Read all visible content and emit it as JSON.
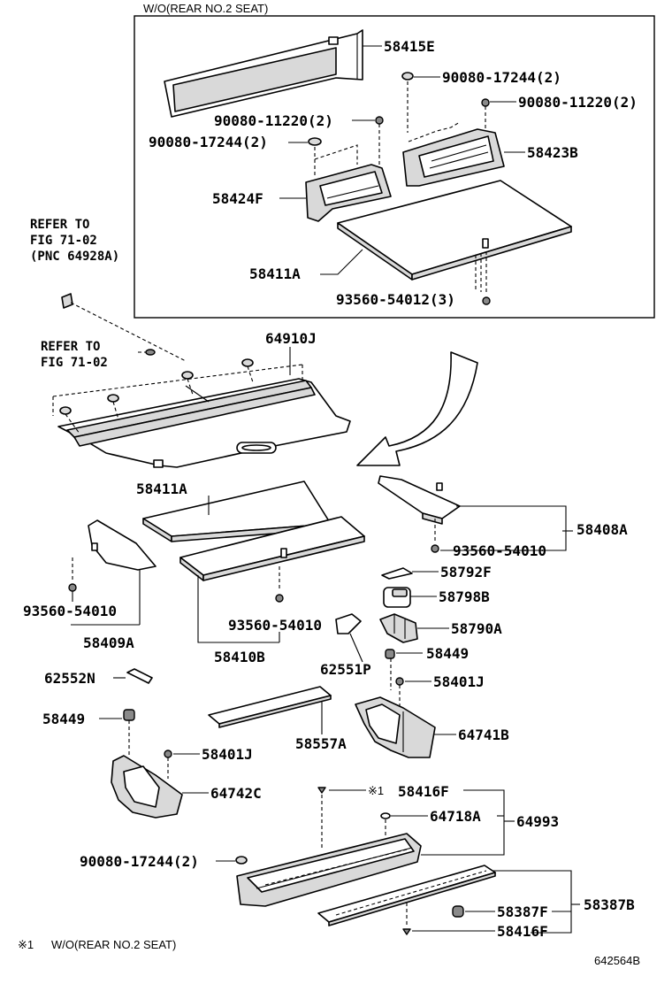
{
  "inset": {
    "title": "W/O(REAR NO.2 SEAT)"
  },
  "labels": {
    "p58415E": "58415E",
    "p90080_17244_a": "90080-17244(2)",
    "p90080_11220_a": "90080-11220(2)",
    "p90080_11220_b": "90080-11220(2)",
    "p90080_17244_b": "90080-17244(2)",
    "p58423B": "58423B",
    "p58424F": "58424F",
    "p58411A_inset": "58411A",
    "p93560_54012": "93560-54012(3)",
    "refer1_line1": "REFER TO",
    "refer1_line2": "FIG 71-02",
    "refer1_line3": "(PNC 64928A)",
    "refer2_line1": "REFER TO",
    "refer2_line2": "FIG 71-02",
    "p64910J": "64910J",
    "p58411A": "58411A",
    "p58408A": "58408A",
    "p93560_54010_a": "93560-54010",
    "p58792F": "58792F",
    "p58798B": "58798B",
    "p58790A": "58790A",
    "p93560_54010_b": "93560-54010",
    "p58409A": "58409A",
    "p93560_54010_c": "93560-54010",
    "p58410B": "58410B",
    "p62551P": "62551P",
    "p58449_a": "58449",
    "p58401J_a": "58401J",
    "p62552N": "62552N",
    "p58449_b": "58449",
    "p58557A": "58557A",
    "p64741B": "64741B",
    "p58401J_b": "58401J",
    "p64742C": "64742C",
    "mark1": "※1",
    "p58416F_a": "58416F",
    "p64718A": "64718A",
    "p64993": "64993",
    "p90080_17244_c": "90080-17244(2)",
    "p58387B": "58387B",
    "p58387F": "58387F",
    "p58416F_b": "58416F"
  },
  "footnote": {
    "mark": "※1",
    "text": "W/O(REAR NO.2 SEAT)"
  },
  "figure_id": "642564B"
}
